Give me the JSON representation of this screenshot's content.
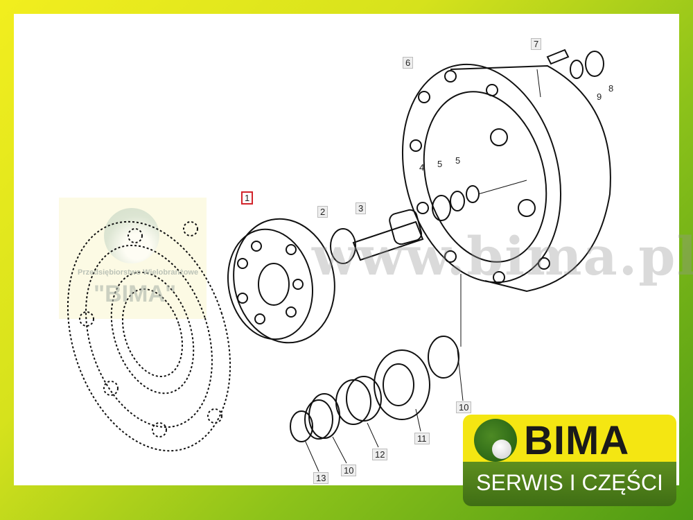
{
  "watermark": {
    "url": "www.bima.pl",
    "company_line": "Przedsiębiorstwo Wielobranżowe",
    "company_name": "\"BIMA\""
  },
  "callouts": [
    "1",
    "2",
    "3",
    "4",
    "5",
    "5",
    "6",
    "7",
    "8",
    "9",
    "10",
    "11",
    "12",
    "10",
    "13"
  ],
  "selected_part": "1",
  "logo": {
    "name": "BIMA",
    "tagline": "SERWIS I CZĘŚCI"
  },
  "colors": {
    "frame_yellow": "#f2ee1e",
    "frame_green": "#4e9a14",
    "highlight": "#d2232a"
  }
}
